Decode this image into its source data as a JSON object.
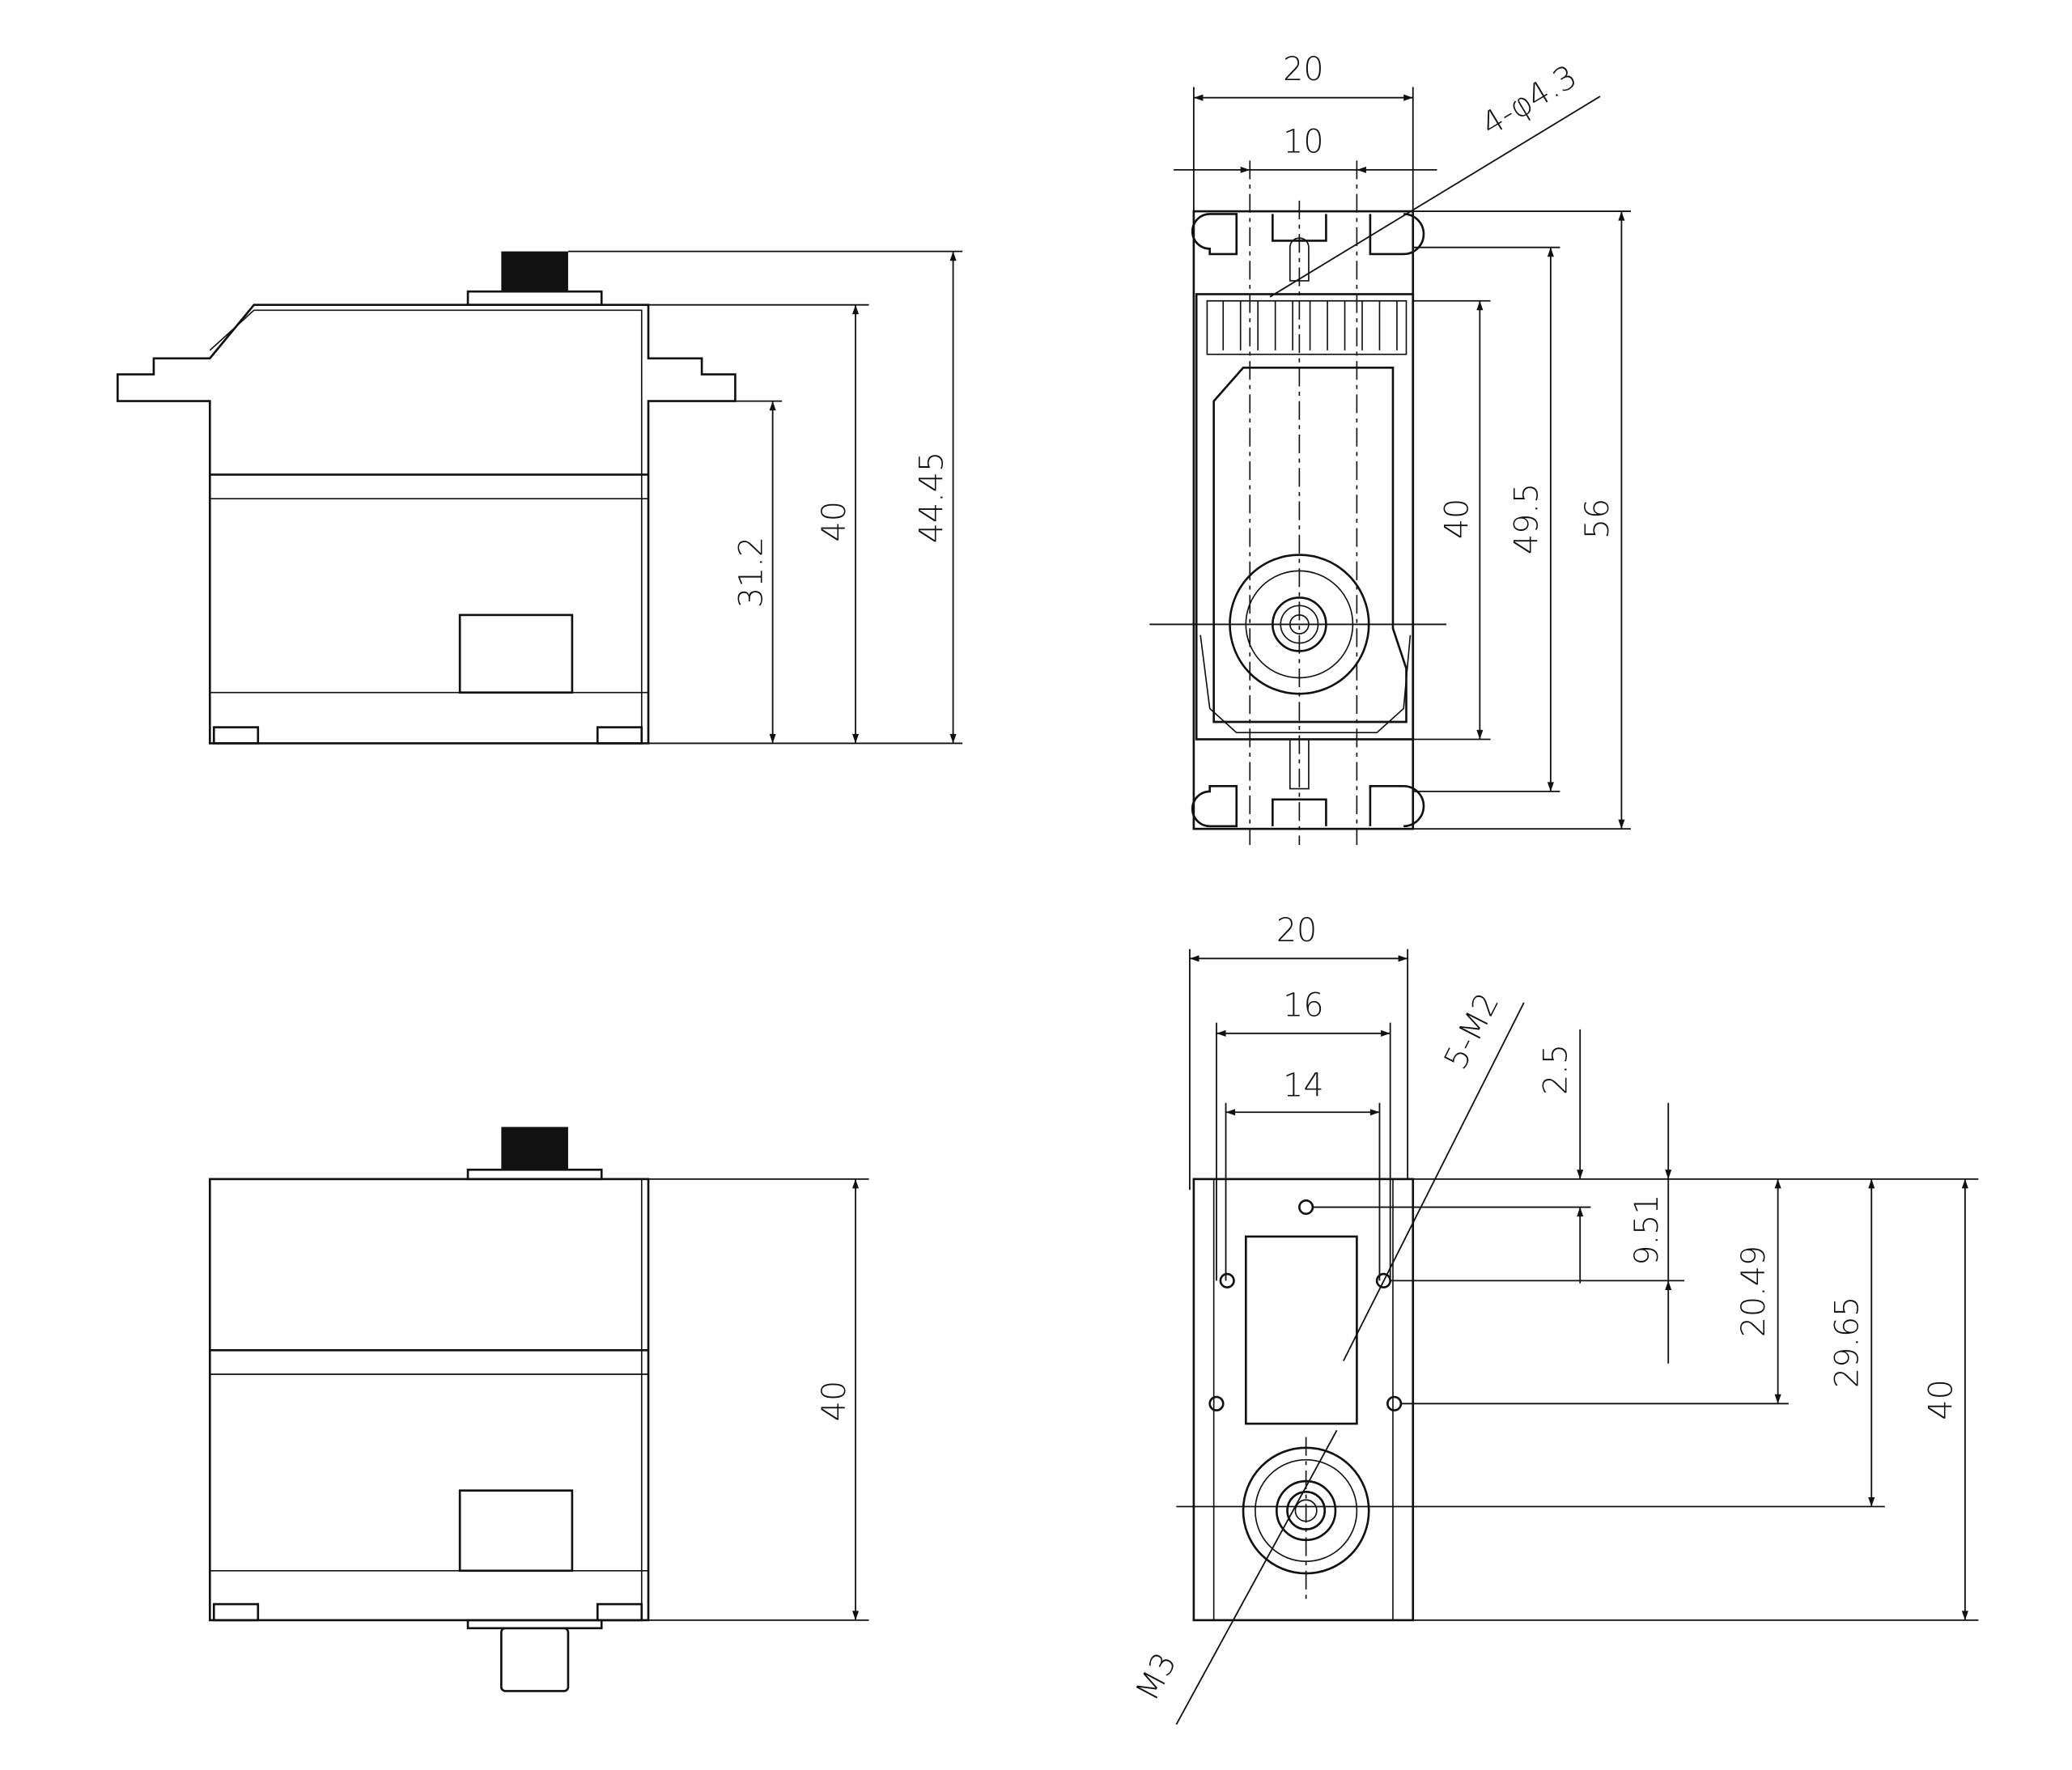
{
  "title": "Servo dimension drawing",
  "side_view": {
    "dim_flange_height": "31.2",
    "dim_body_height": "40",
    "dim_total_height": "44.45"
  },
  "top_view": {
    "dim_width": "20",
    "dim_hole_spacing": "10",
    "hole_callout": "4-φ4.3",
    "dim_body_length": "40",
    "dim_hole_pitch": "49.5",
    "dim_total_length": "56"
  },
  "front_view": {
    "dim_height": "40"
  },
  "bottom_view": {
    "dim_width": "20",
    "dim_hole_span_outer": "16",
    "dim_hole_span_inner": "14",
    "thread_callout": "5-M2",
    "dim_top_hole": "2.5",
    "dim_hole_offset": "9.51",
    "dim_lower_holes": "20.49",
    "dim_shaft_center": "29.65",
    "dim_height": "40",
    "shaft_thread": "M3"
  },
  "colors": {
    "line": "#111111",
    "background": "#ffffff"
  }
}
